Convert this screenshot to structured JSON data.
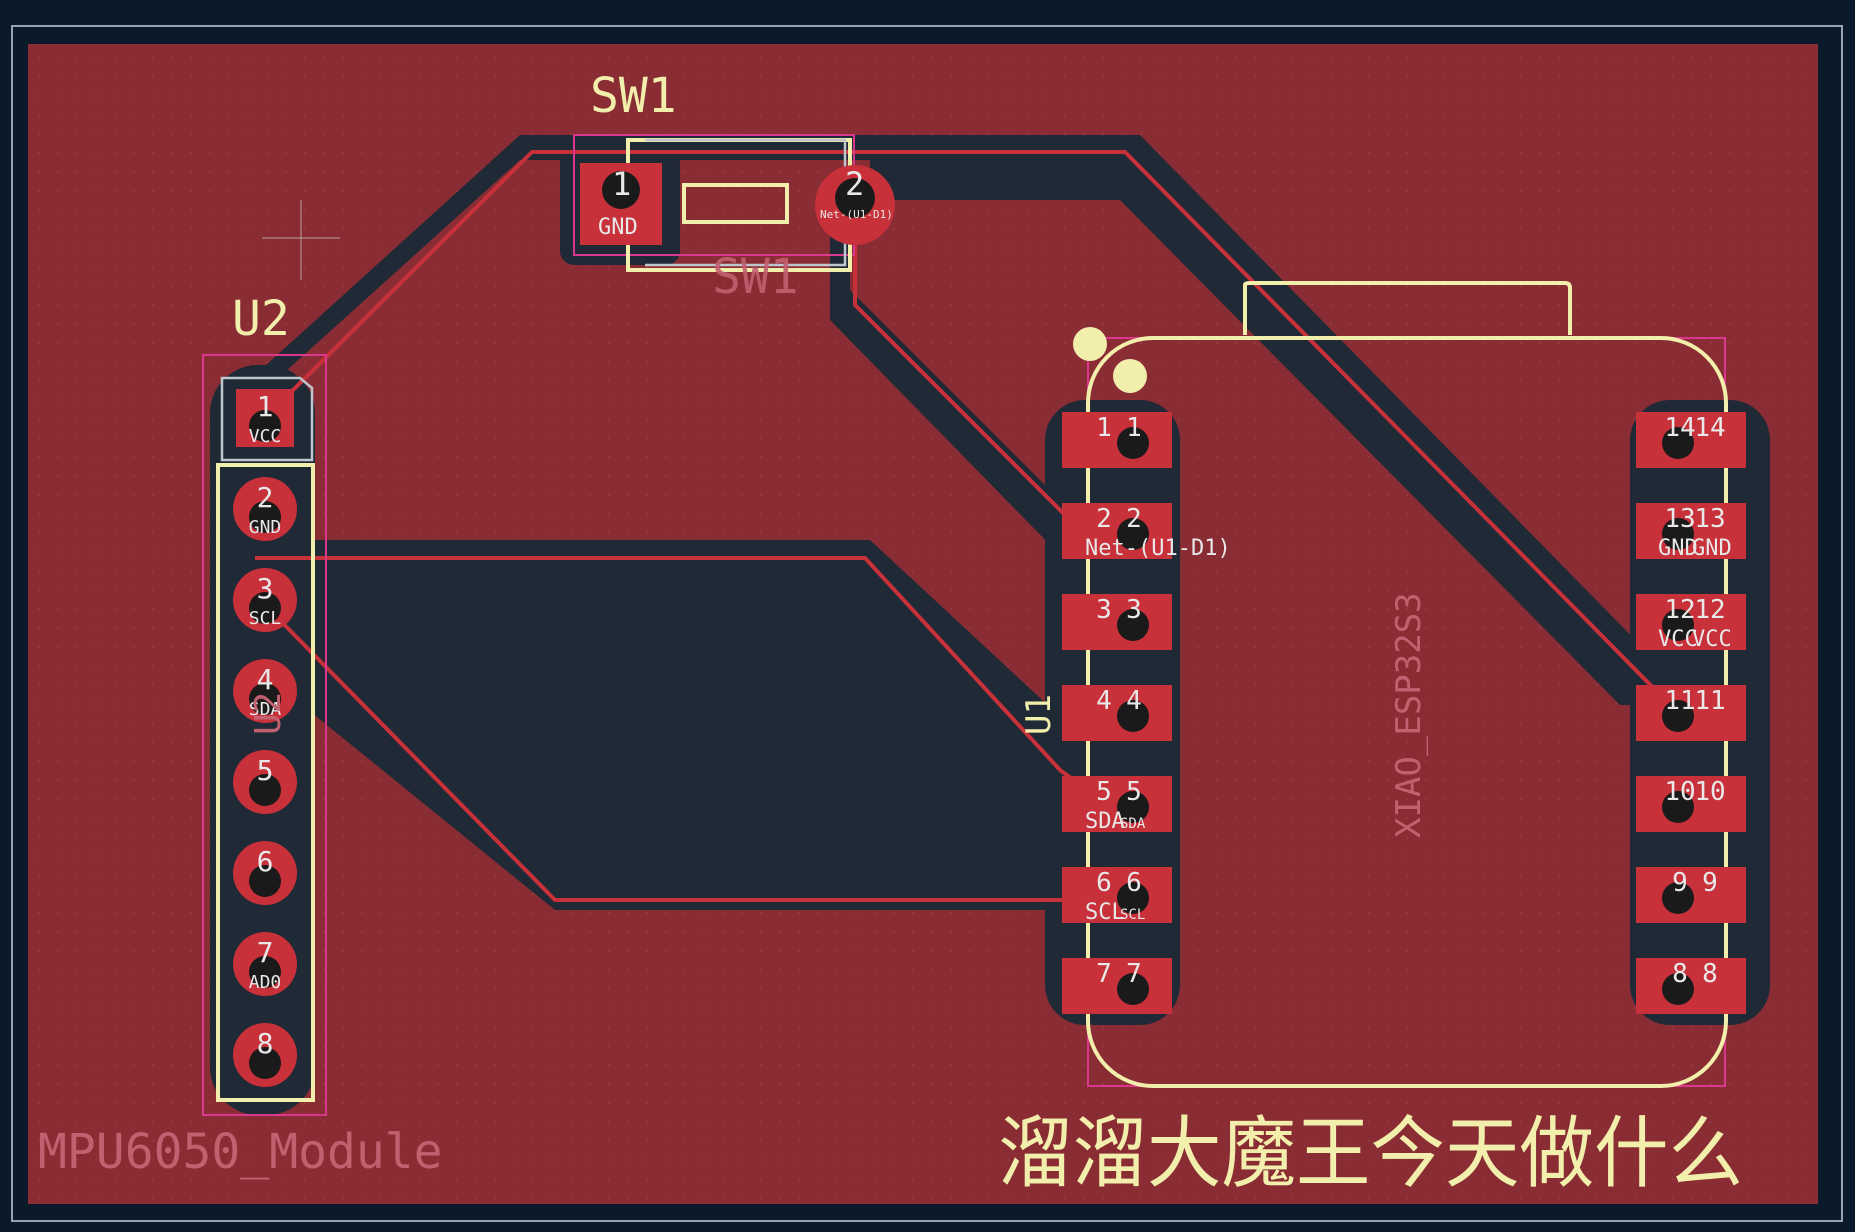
{
  "board": {
    "colors": {
      "background": "#0b1a2a",
      "edge": "#9aa3ad",
      "copper_fill": "#8a2c34",
      "clearance": "#1f2a36",
      "trace": "#c8303a",
      "pad": "#c8303a",
      "silkscreen": "#f2eeac",
      "fab_text": "#d18a8a",
      "courtyard": "#d9388c",
      "drill": "#1a1a1a"
    }
  },
  "sw1": {
    "ref_top": "SW1",
    "ref_fab": "SW1",
    "pad1": {
      "num": "1",
      "net": "GND"
    },
    "pad2": {
      "num": "2",
      "net": "Net-(U1-D1)"
    }
  },
  "u2": {
    "ref": "U2",
    "value": "MPU6050_Module",
    "fab_ref": "U2",
    "pins": [
      {
        "num": "1",
        "net": "VCC"
      },
      {
        "num": "2",
        "net": "GND"
      },
      {
        "num": "3",
        "net": "SCL"
      },
      {
        "num": "4",
        "net": "SDA"
      },
      {
        "num": "5",
        "net": ""
      },
      {
        "num": "6",
        "net": ""
      },
      {
        "num": "7",
        "net": "AD0"
      },
      {
        "num": "8",
        "net": ""
      }
    ]
  },
  "u1": {
    "ref": "U1",
    "value": "XIAO_ESP32S3",
    "left_pins": [
      {
        "num": "1",
        "num2": "1",
        "net": ""
      },
      {
        "num": "2",
        "num2": "2",
        "net": "Net-(U1-D1)"
      },
      {
        "num": "3",
        "num2": "3",
        "net": ""
      },
      {
        "num": "4",
        "num2": "4",
        "net": ""
      },
      {
        "num": "5",
        "num2": "5",
        "net": "SDA",
        "net2": "SDA"
      },
      {
        "num": "6",
        "num2": "6",
        "net": "SCL",
        "net2": "SCL"
      },
      {
        "num": "7",
        "num2": "7",
        "net": ""
      }
    ],
    "right_pins": [
      {
        "num": "14",
        "num2": "14",
        "net": ""
      },
      {
        "num": "13",
        "num2": "13",
        "net": "GND",
        "net2": "GND"
      },
      {
        "num": "12",
        "num2": "12",
        "net": "VCC",
        "net2": "VCC"
      },
      {
        "num": "11",
        "num2": "11",
        "net": ""
      },
      {
        "num": "10",
        "num2": "10",
        "net": ""
      },
      {
        "num": "9",
        "num2": "9",
        "net": ""
      },
      {
        "num": "8",
        "num2": "8",
        "net": ""
      }
    ]
  },
  "board_text": "溜溜大魔王今天做什么"
}
